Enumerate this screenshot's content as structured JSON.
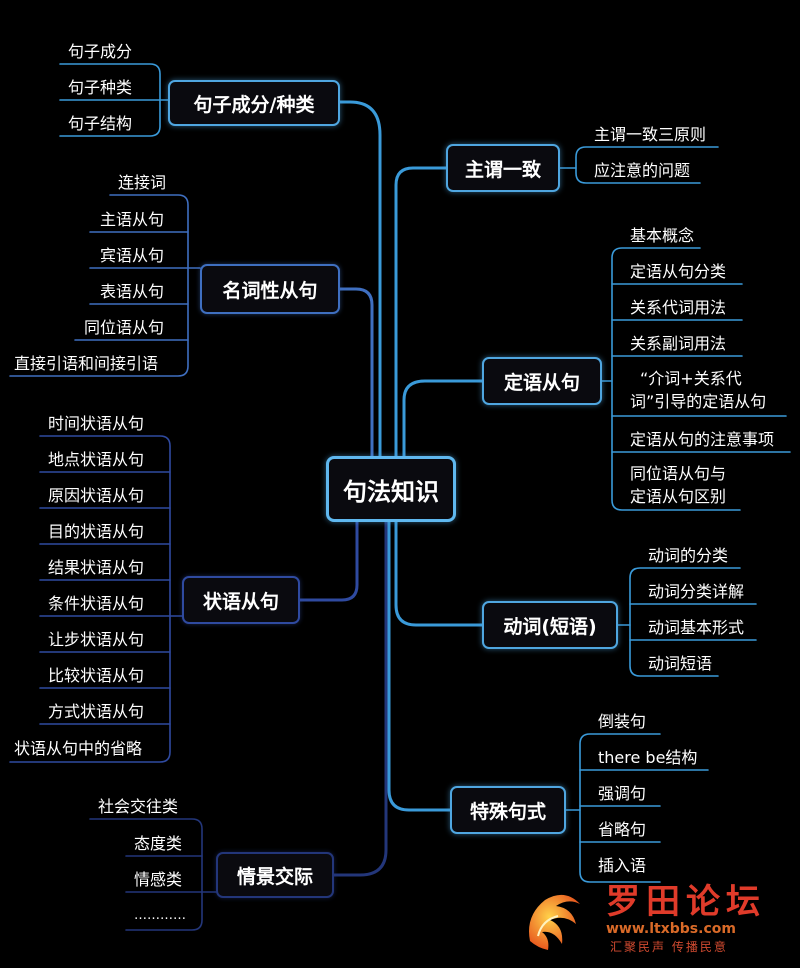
{
  "root": {
    "label": "句法知识"
  },
  "branches": {
    "sentence_components": {
      "label": "句子成分/种类",
      "items": [
        "句子成分",
        "句子种类",
        "句子结构"
      ]
    },
    "noun_clauses": {
      "label": "名词性从句",
      "items": [
        "连接词",
        "主语从句",
        "宾语从句",
        "表语从句",
        "同位语从句",
        "直接引语和间接引语"
      ]
    },
    "adverbial_clauses": {
      "label": "状语从句",
      "items": [
        "时间状语从句",
        "地点状语从句",
        "原因状语从句",
        "目的状语从句",
        "结果状语从句",
        "条件状语从句",
        "让步状语从句",
        "比较状语从句",
        "方式状语从句",
        "状语从句中的省略"
      ]
    },
    "situational": {
      "label": "情景交际",
      "items": [
        "社会交往类",
        "态度类",
        "情感类",
        "…………"
      ]
    },
    "agreement": {
      "label": "主谓一致",
      "items": [
        "主谓一致三原则",
        "应注意的问题"
      ]
    },
    "attributive_clauses": {
      "label": "定语从句",
      "items": [
        "基本概念",
        "定语从句分类",
        "关系代词用法",
        "关系副词用法",
        "“介词+关系代词”引导的定语从句",
        "定语从句的注意事项",
        "同位语从句与定语从句区别"
      ]
    },
    "verbs": {
      "label": "动词(短语)",
      "items": [
        "动词的分类",
        "动词分类详解",
        "动词基本形式",
        "动词短语"
      ]
    },
    "special": {
      "label": "特殊句式",
      "items": [
        "倒装句",
        "there be结构",
        "强调句",
        "省略句",
        "插入语"
      ]
    }
  },
  "watermark": {
    "title": "罗田论坛",
    "url": "www.ltxbbs.com",
    "slogan": "汇聚民声 传播民意"
  },
  "colors": {
    "background": "#000000",
    "branch_border": "#4fa6e0",
    "connector": "#3a9ad9",
    "logo_red": "#e03b2a",
    "logo_orange": "#d96a28"
  }
}
